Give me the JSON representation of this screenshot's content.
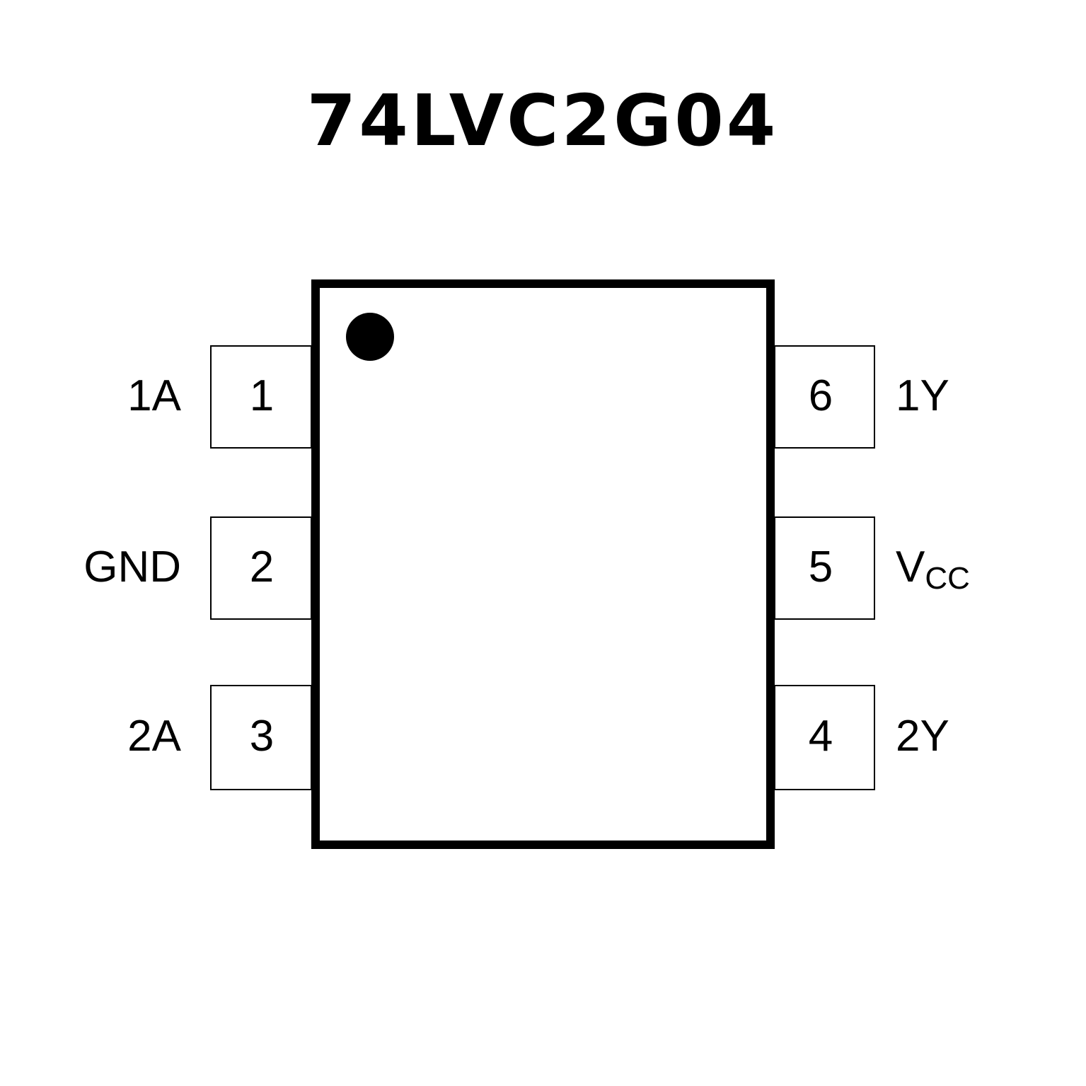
{
  "title": "74LVC2G04",
  "pins": [
    {
      "number": "1",
      "label": "1A",
      "side": "left"
    },
    {
      "number": "2",
      "label": "GND",
      "side": "left"
    },
    {
      "number": "3",
      "label": "2A",
      "side": "left"
    },
    {
      "number": "6",
      "label": "1Y",
      "side": "right"
    },
    {
      "number": "5",
      "label": "V",
      "label_sub": "CC",
      "side": "right"
    },
    {
      "number": "4",
      "label": "2Y",
      "side": "right"
    }
  ]
}
